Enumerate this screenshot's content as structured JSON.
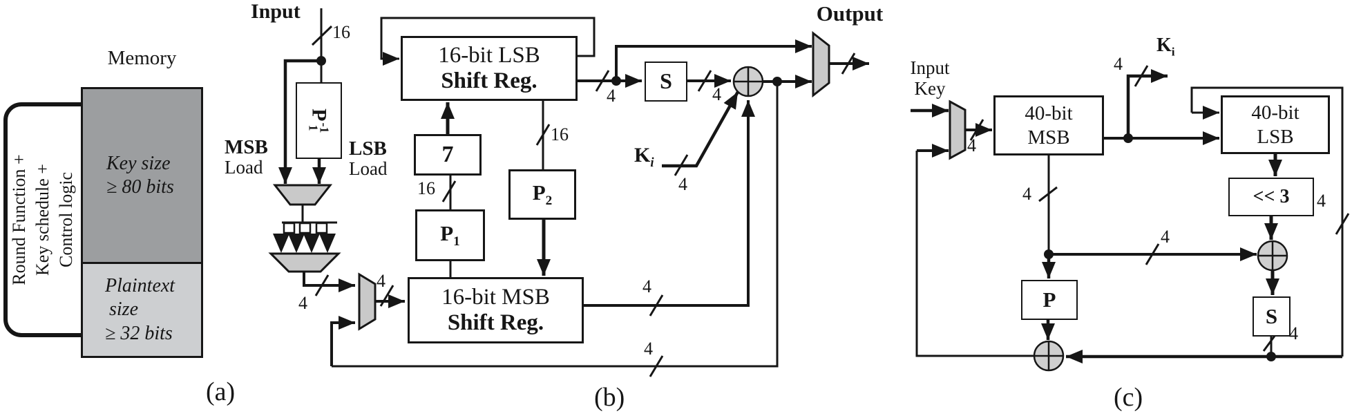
{
  "panel_a": {
    "memory_title": "Memory",
    "control_block_lines": [
      "Round Function +",
      "Key schedule +",
      "Control logic"
    ],
    "key_region": {
      "line1": "Key size",
      "line2": "≥ 80 bits"
    },
    "plaintext_region": {
      "line1": "Plaintext",
      "line2": "size",
      "line3": "≥ 32 bits"
    },
    "caption": "(a)"
  },
  "panel_b": {
    "input_label": "Input",
    "bus16": "16",
    "bus4": "4",
    "msb_load": {
      "line1": "MSB",
      "line2": "Load"
    },
    "lsb_load": {
      "line1": "LSB",
      "line2": "Load"
    },
    "p1inv": {
      "base": "P",
      "sup": "-1",
      "sub": "1"
    },
    "lsb_reg": {
      "line1": "16-bit LSB",
      "line2": "Shift Reg."
    },
    "msb_reg": {
      "line1": "16-bit MSB",
      "line2": "Shift Reg."
    },
    "box7": "7",
    "p1": {
      "base": "P",
      "sub": "1"
    },
    "p2": {
      "base": "P",
      "sub": "2"
    },
    "sbox": "S",
    "ki": {
      "base": "K",
      "sub": "i"
    },
    "output_label": "Output",
    "caption": "(b)"
  },
  "panel_c": {
    "input_key": {
      "line1": "Input",
      "line2": "Key"
    },
    "bus4": "4",
    "msb_reg": {
      "line1": "40-bit",
      "line2": "MSB"
    },
    "lsb_reg": {
      "line1": "40-bit",
      "line2": "LSB"
    },
    "shift3": "<< 3",
    "pbox": "P",
    "sbox": "S",
    "ki": {
      "base": "K",
      "sub": "i"
    },
    "caption": "(c)"
  },
  "colors": {
    "line": "#161616",
    "mux_fill": "#c9c9c9",
    "xor_fill": "#cfcfcf",
    "mem_key_fill": "#9c9ea0",
    "mem_plain_fill": "#cdcfd1"
  }
}
